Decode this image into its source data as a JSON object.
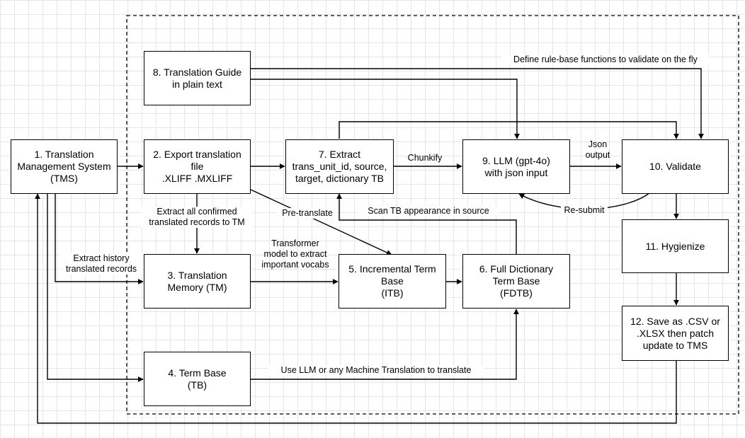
{
  "nodes": {
    "tms": "1. Translation\nManagement System\n(TMS)",
    "export": "2. Export translation\nfile\n.XLIFF .MXLIFF",
    "tm": "3. Translation\nMemory (TM)",
    "tb": "4. Term Base\n(TB)",
    "itb": "5. Incremental Term\nBase\n(ITB)",
    "fdtb": "6. Full Dictionary\nTerm Base\n(FDTB)",
    "extract": "7. Extract\ntrans_unit_id, source,\ntarget, dictionary TB",
    "guide": "8. Translation Guide\nin plain text",
    "llm": "9. LLM (gpt-4o)\nwith json input",
    "validate": "10. Validate",
    "hygienize": "11. Hygienize",
    "save": "12. Save as .CSV or\n.XLSX then patch\nupdate to TMS"
  },
  "edge_labels": {
    "rule_base": "Define rule-base functions to validate on the fly",
    "chunkify": "Chunkify",
    "json_output": "Json\noutput",
    "resubmit": "Re-submit",
    "scan_tb": "Scan TB appearance in source",
    "pre_translate": "Pre-translate",
    "extract_confirmed": "Extract all confirmed\ntranslated records to TM",
    "extract_history": "Extract history\ntranslated records",
    "transformer": "Transformer\nmodel to extract\nimportant vocabs",
    "use_llm": "Use LLM or any Machine Translation to translate"
  }
}
